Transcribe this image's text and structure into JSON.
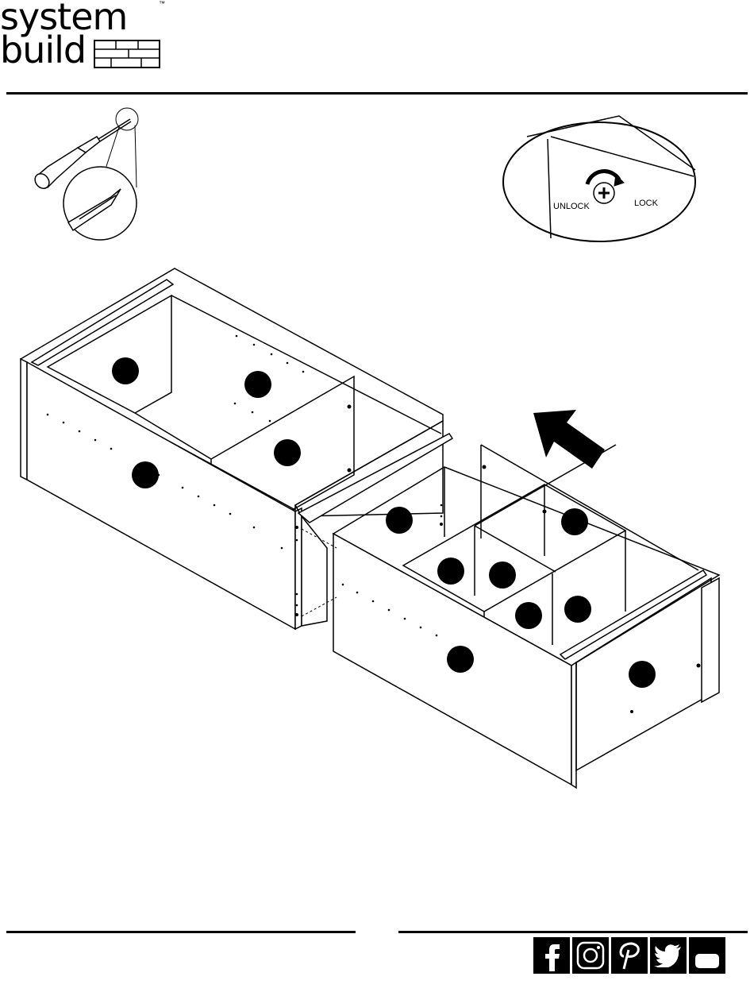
{
  "brand": {
    "line1": "system",
    "line2": "build",
    "trademark": "™"
  },
  "callout": {
    "unlock_label": "UNLOCK",
    "lock_label": "LOCK"
  },
  "icons": {
    "tool": "phillips-screwdriver-icon",
    "cam_lock": "cam-lock-icon",
    "direction": "arrow-up-left-icon",
    "social": [
      "facebook-icon",
      "instagram-icon",
      "pinterest-icon",
      "twitter-icon",
      "youtube-icon"
    ]
  },
  "colors": {
    "ink": "#000000",
    "paper": "#ffffff"
  }
}
